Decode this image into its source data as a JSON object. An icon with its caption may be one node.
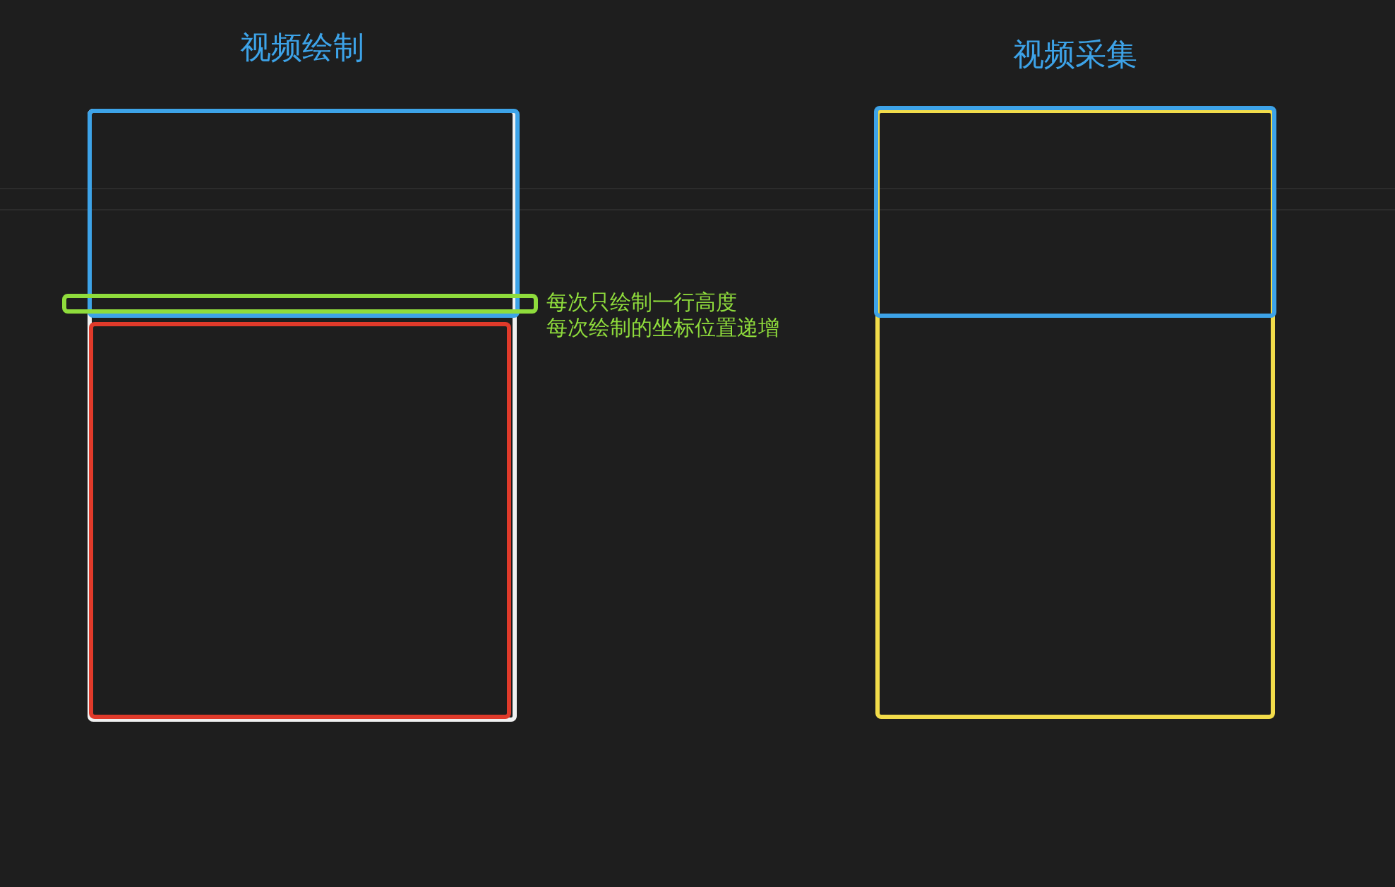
{
  "diagram": {
    "nodes": [
      {
        "text": [
          "视频绘制"
        ]
      },
      {
        "text": [],
        "shape": "box",
        "in": 0
      },
      {
        "text": [],
        "shape": "box",
        "beside": [
          "每次只绘制一行高度",
          "每次绘制的坐标位置递增"
        ]
      },
      {
        "text": [],
        "shape": "box",
        "in": 0
      },
      {
        "text": [
          "视频采集"
        ]
      },
      {
        "text": [],
        "shape": "box",
        "in": 4
      }
    ]
  }
}
